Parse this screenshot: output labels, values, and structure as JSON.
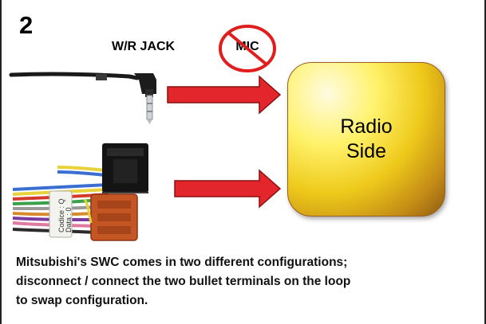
{
  "step_number": "2",
  "inputs": {
    "jack_label": "W/R JACK",
    "mic_label": "MIC"
  },
  "harness_sticker": {
    "line1": "Codice : Q",
    "line2": "Data : 0"
  },
  "radio": {
    "line1": "Radio",
    "line2": "Side"
  },
  "caption": {
    "line1": "Mitsubishi's SWC comes in two different configurations;",
    "line2": "disconnect / connect the two bullet terminals on the loop",
    "line3": "to swap configuration."
  },
  "colors": {
    "arrow": "#e3262c",
    "arrow_outline": "#8a1111",
    "prohibition": "#e01e1e",
    "radio_fill": "#f2d21e",
    "radio_border": "#9a5e20"
  },
  "icons": {
    "mic_prohibited": "prohibition-icon",
    "arrows": "right-arrow-icon"
  }
}
